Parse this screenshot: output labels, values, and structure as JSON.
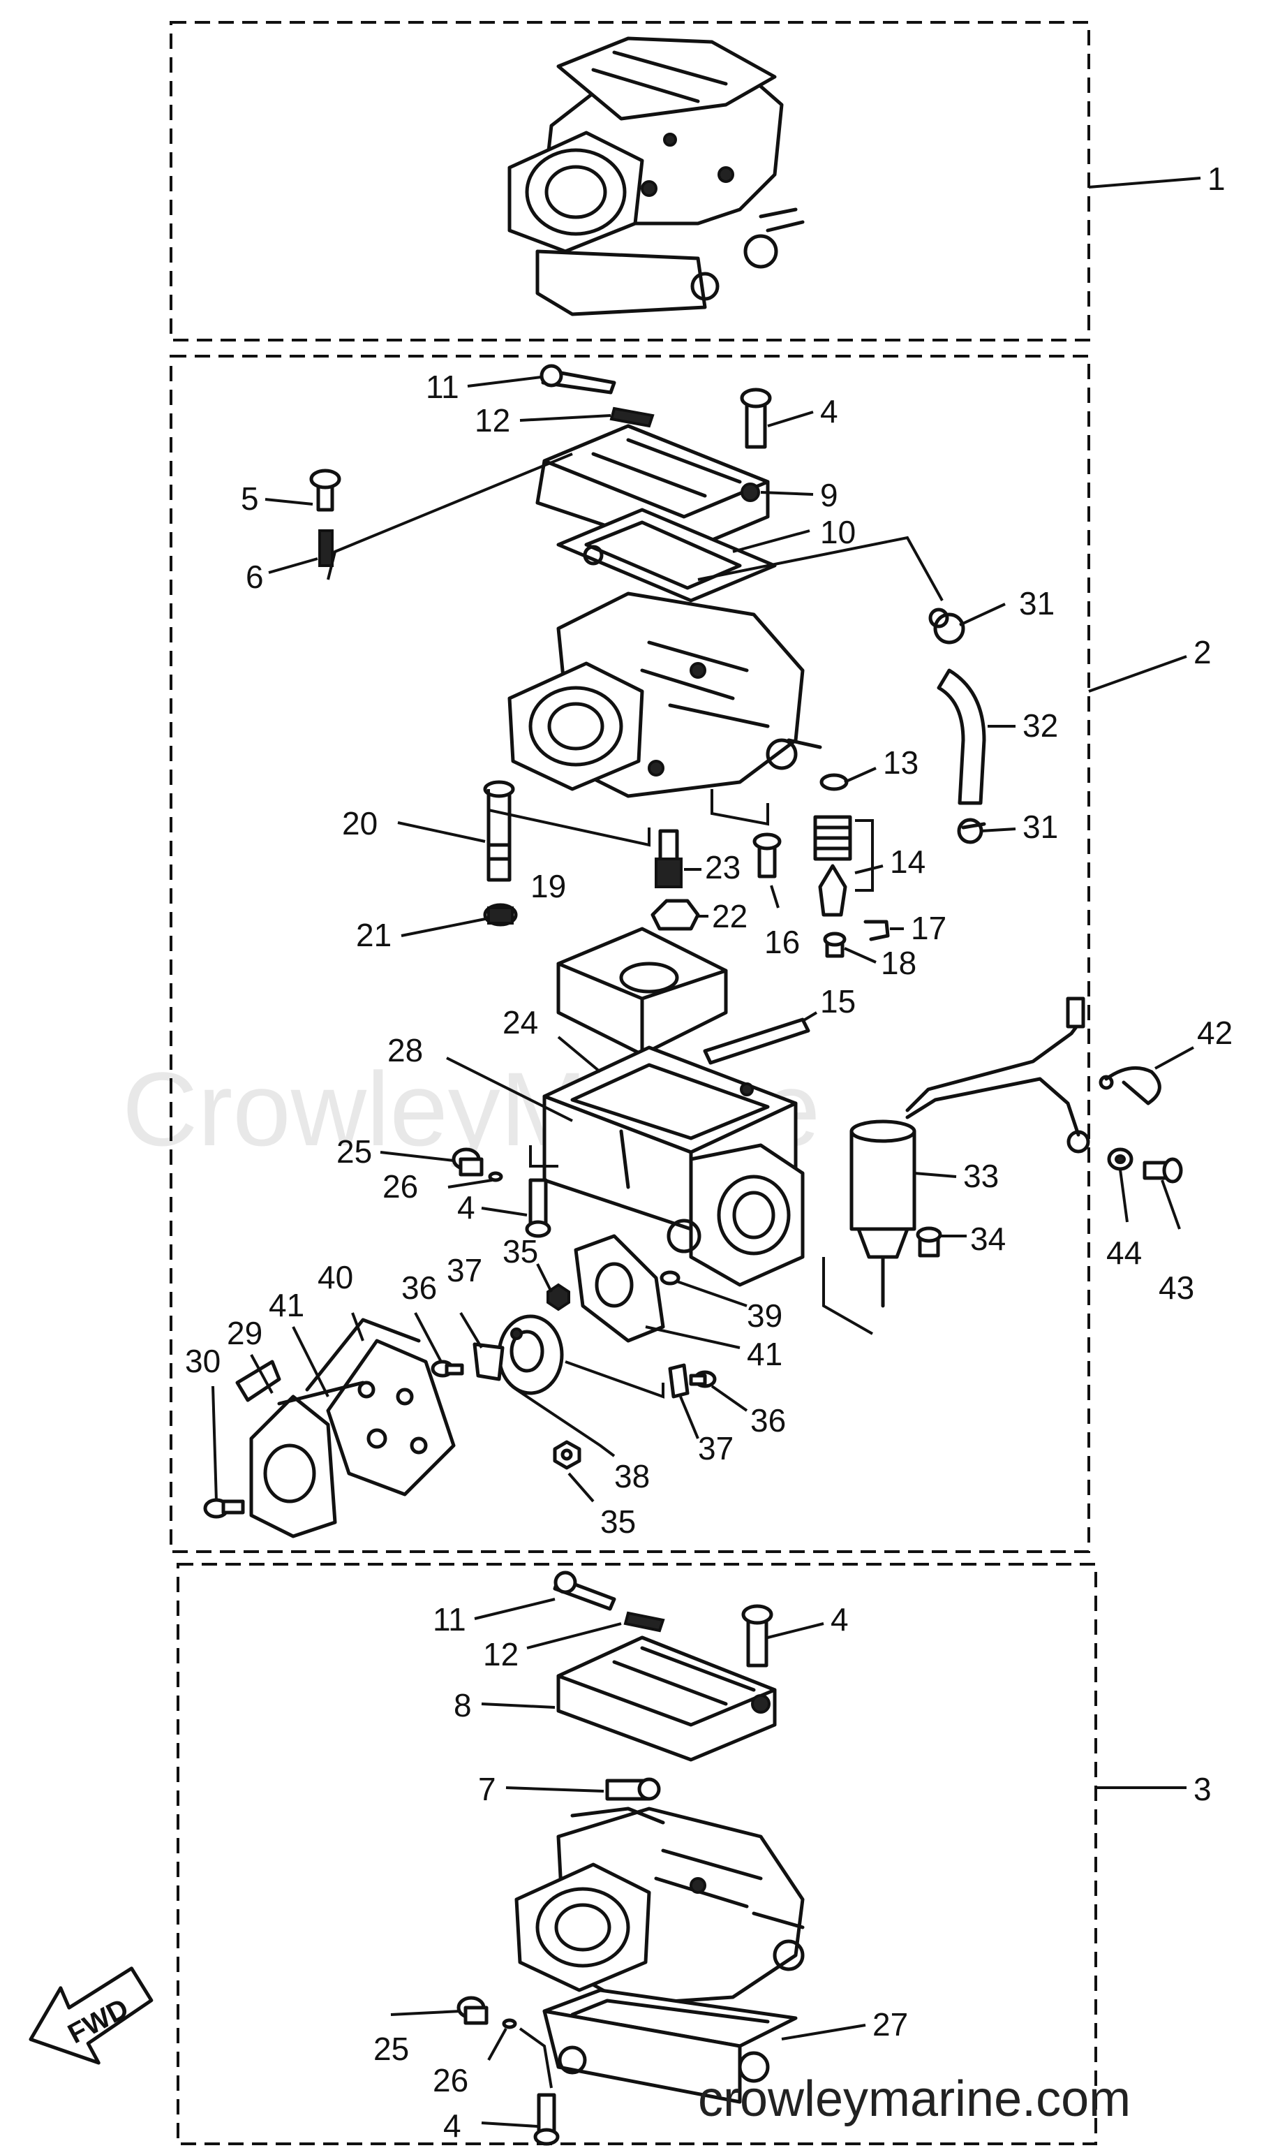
{
  "watermark": "CrowleyMarine",
  "site": "crowleymarine.com",
  "fwd_label": "FWD",
  "callouts": {
    "p1": "1",
    "p2": "2",
    "p3": "3",
    "p4a": "4",
    "p4b": "4",
    "p4c": "4",
    "p4d": "4",
    "p5": "5",
    "p6": "6",
    "p7": "7",
    "p8": "8",
    "p9": "9",
    "p10": "10",
    "p11a": "11",
    "p11b": "11",
    "p12a": "12",
    "p12b": "12",
    "p13": "13",
    "p14": "14",
    "p15": "15",
    "p16": "16",
    "p17": "17",
    "p18": "18",
    "p19": "19",
    "p20": "20",
    "p21": "21",
    "p22": "22",
    "p23": "23",
    "p24": "24",
    "p25a": "25",
    "p25b": "25",
    "p26a": "26",
    "p26b": "26",
    "p27": "27",
    "p28": "28",
    "p29": "29",
    "p30": "30",
    "p31a": "31",
    "p31b": "31",
    "p32": "32",
    "p33": "33",
    "p34": "34",
    "p35a": "35",
    "p35b": "35",
    "p36a": "36",
    "p36b": "36",
    "p37a": "37",
    "p37b": "37",
    "p38": "38",
    "p39": "39",
    "p40": "40",
    "p41a": "41",
    "p41b": "41",
    "p42": "42",
    "p43": "43",
    "p44": "44"
  }
}
